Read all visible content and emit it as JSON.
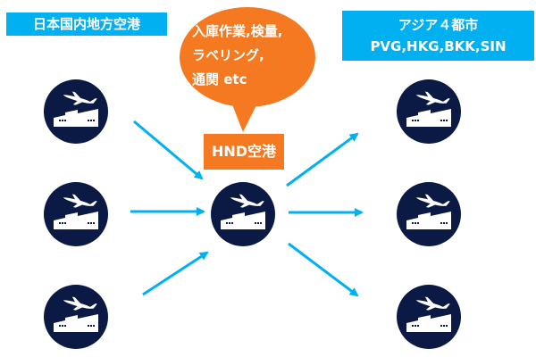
{
  "diagram": {
    "source_label": "日本国内地方空港",
    "destination_label": {
      "line1": "アジア４都市",
      "line2": "PVG,HKG,BKK,SIN"
    },
    "hub_label": "HND空港",
    "callout": {
      "line1": "入庫作業,検量,",
      "line2": "ラベリング,",
      "line3": "通関 etc"
    },
    "nodes": {
      "sources": 3,
      "hub": 1,
      "destinations": 3,
      "icon": "airport-warehouse-icon"
    },
    "colors": {
      "label_bg": "#00b0f0",
      "callout_bg": "#f47920",
      "node_bg": "#0b1a44",
      "arrow": "#00b0f0",
      "icon": "#ffffff"
    }
  }
}
